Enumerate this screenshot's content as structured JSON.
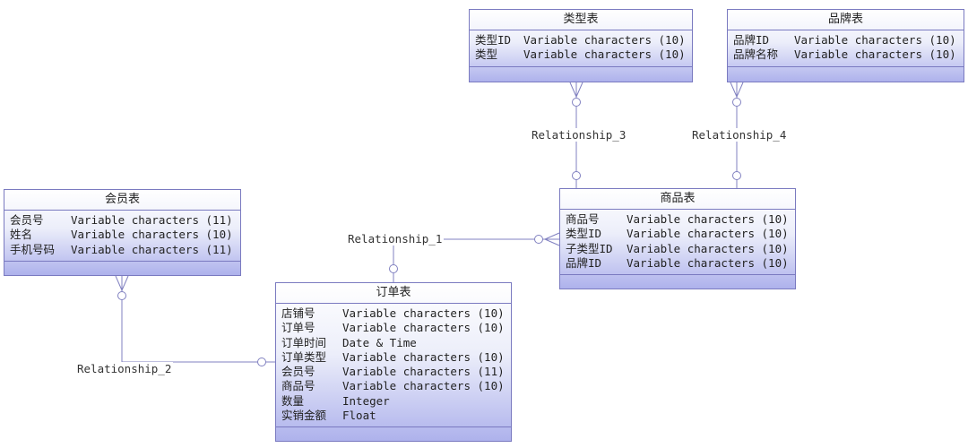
{
  "entities": {
    "type_table": {
      "title": "类型表",
      "attributes": [
        {
          "name": "类型ID",
          "type": "Variable characters (10)"
        },
        {
          "name": "类型",
          "type": "Variable characters (10)"
        }
      ]
    },
    "brand_table": {
      "title": "品牌表",
      "attributes": [
        {
          "name": "品牌ID",
          "type": "Variable characters (10)"
        },
        {
          "name": "品牌名称",
          "type": "Variable characters (10)"
        }
      ]
    },
    "member_table": {
      "title": "会员表",
      "attributes": [
        {
          "name": "会员号",
          "type": "Variable characters (11)"
        },
        {
          "name": "姓名",
          "type": "Variable characters (10)"
        },
        {
          "name": "手机号码",
          "type": "Variable characters (11)"
        }
      ]
    },
    "product_table": {
      "title": "商品表",
      "attributes": [
        {
          "name": "商品号",
          "type": "Variable characters (10)"
        },
        {
          "name": "类型ID",
          "type": "Variable characters (10)"
        },
        {
          "name": "子类型ID",
          "type": "Variable characters (10)"
        },
        {
          "name": "品牌ID",
          "type": "Variable characters (10)"
        }
      ]
    },
    "order_table": {
      "title": "订单表",
      "attributes": [
        {
          "name": "店铺号",
          "type": "Variable characters (10)"
        },
        {
          "name": "订单号",
          "type": "Variable characters (10)"
        },
        {
          "name": "订单时间",
          "type": "Date & Time"
        },
        {
          "name": "订单类型",
          "type": "Variable characters (10)"
        },
        {
          "name": "会员号",
          "type": "Variable characters (11)"
        },
        {
          "name": "商品号",
          "type": "Variable characters (10)"
        },
        {
          "name": "数量",
          "type": "Integer"
        },
        {
          "name": "实销金额",
          "type": "Float"
        }
      ]
    }
  },
  "relationships": {
    "rel_1": "Relationship_1",
    "rel_2": "Relationship_2",
    "rel_3": "Relationship_3",
    "rel_4": "Relationship_4"
  },
  "colors": {
    "line": "#8080c0",
    "border": "#7a7ac0",
    "fill_top": "#ffffff",
    "fill_bottom": "#aeb2ec"
  }
}
